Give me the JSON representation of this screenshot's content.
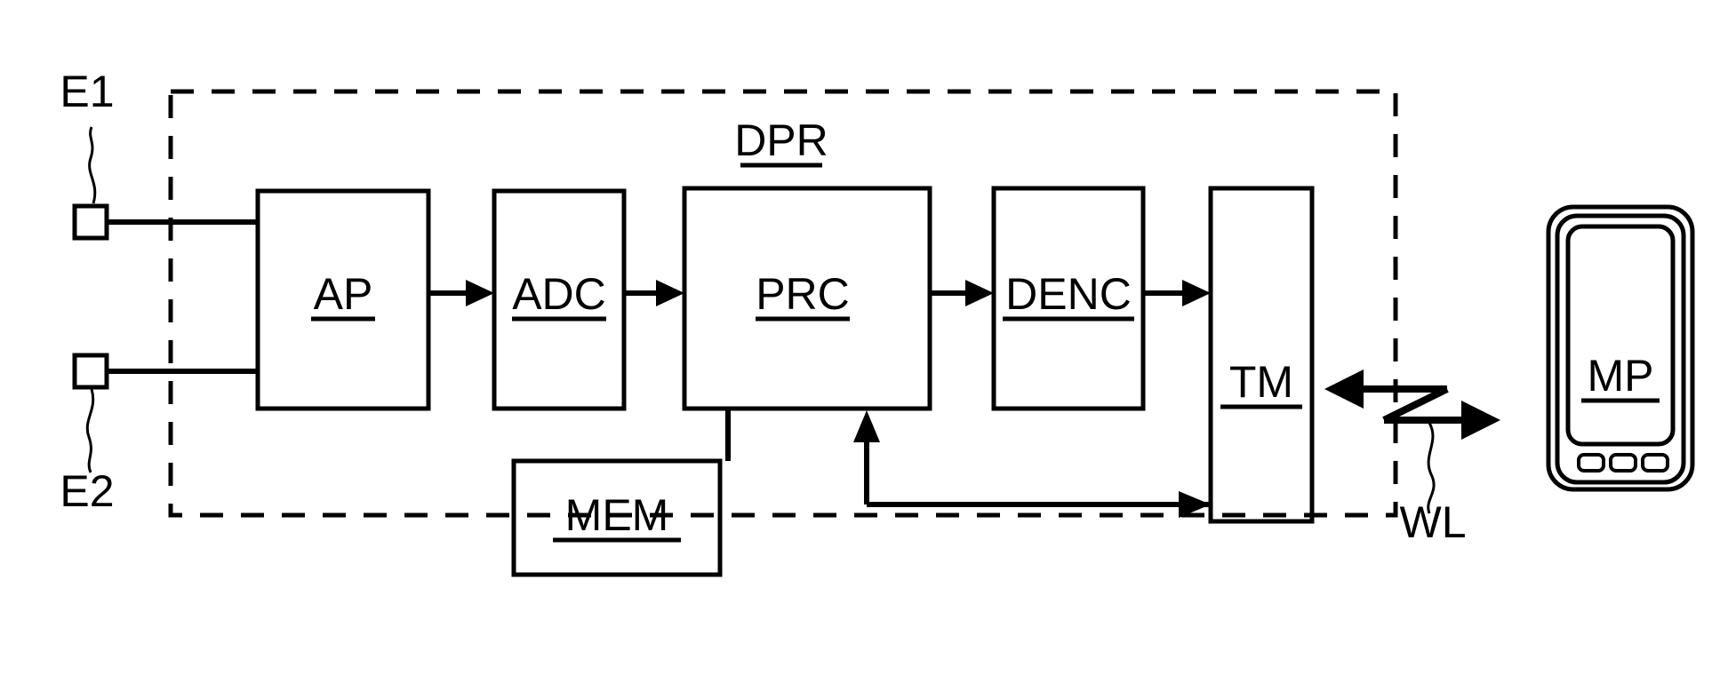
{
  "figure": {
    "title": "DPR signal processing block diagram",
    "background_color": "#ffffff",
    "stroke_color": "#000000"
  },
  "enclosure": {
    "name": "DPR",
    "label": "DPR",
    "style": "dashed"
  },
  "electrodes": [
    {
      "id": "E1",
      "label": "E1",
      "position": "upper-left"
    },
    {
      "id": "E2",
      "label": "E2",
      "position": "lower-left"
    }
  ],
  "blocks": [
    {
      "id": "AP",
      "label": "AP",
      "underlined": true
    },
    {
      "id": "ADC",
      "label": "ADC",
      "underlined": true
    },
    {
      "id": "PRC",
      "label": "PRC",
      "underlined": true
    },
    {
      "id": "DENC",
      "label": "DENC",
      "underlined": true
    },
    {
      "id": "TM",
      "label": "TM",
      "underlined": true
    },
    {
      "id": "MEM",
      "label": "MEM",
      "underlined": true
    }
  ],
  "external": {
    "mobile_phone": {
      "id": "MP",
      "label": "MP",
      "underlined": true,
      "buttons": 3
    },
    "wireless_link": {
      "id": "WL",
      "label": "WL",
      "symbol": "lightning-bolt",
      "bidirectional": true
    }
  },
  "connections": [
    {
      "from": "E1",
      "to": "AP",
      "type": "wire",
      "arrow": false
    },
    {
      "from": "E2",
      "to": "AP",
      "type": "wire",
      "arrow": false
    },
    {
      "from": "AP",
      "to": "ADC",
      "type": "signal",
      "arrow": true
    },
    {
      "from": "ADC",
      "to": "PRC",
      "type": "signal",
      "arrow": true
    },
    {
      "from": "PRC",
      "to": "DENC",
      "type": "signal",
      "arrow": true
    },
    {
      "from": "DENC",
      "to": "TM",
      "type": "signal",
      "arrow": true
    },
    {
      "from": "PRC",
      "to": "MEM",
      "type": "bus",
      "arrow": false
    },
    {
      "from": "TM",
      "to": "PRC",
      "type": "feedback",
      "arrow": true
    },
    {
      "from": "TM",
      "to": "MP",
      "type": "wireless",
      "arrow": true,
      "label": "WL"
    },
    {
      "from": "MP",
      "to": "TM",
      "type": "wireless",
      "arrow": true,
      "label": "WL"
    }
  ]
}
